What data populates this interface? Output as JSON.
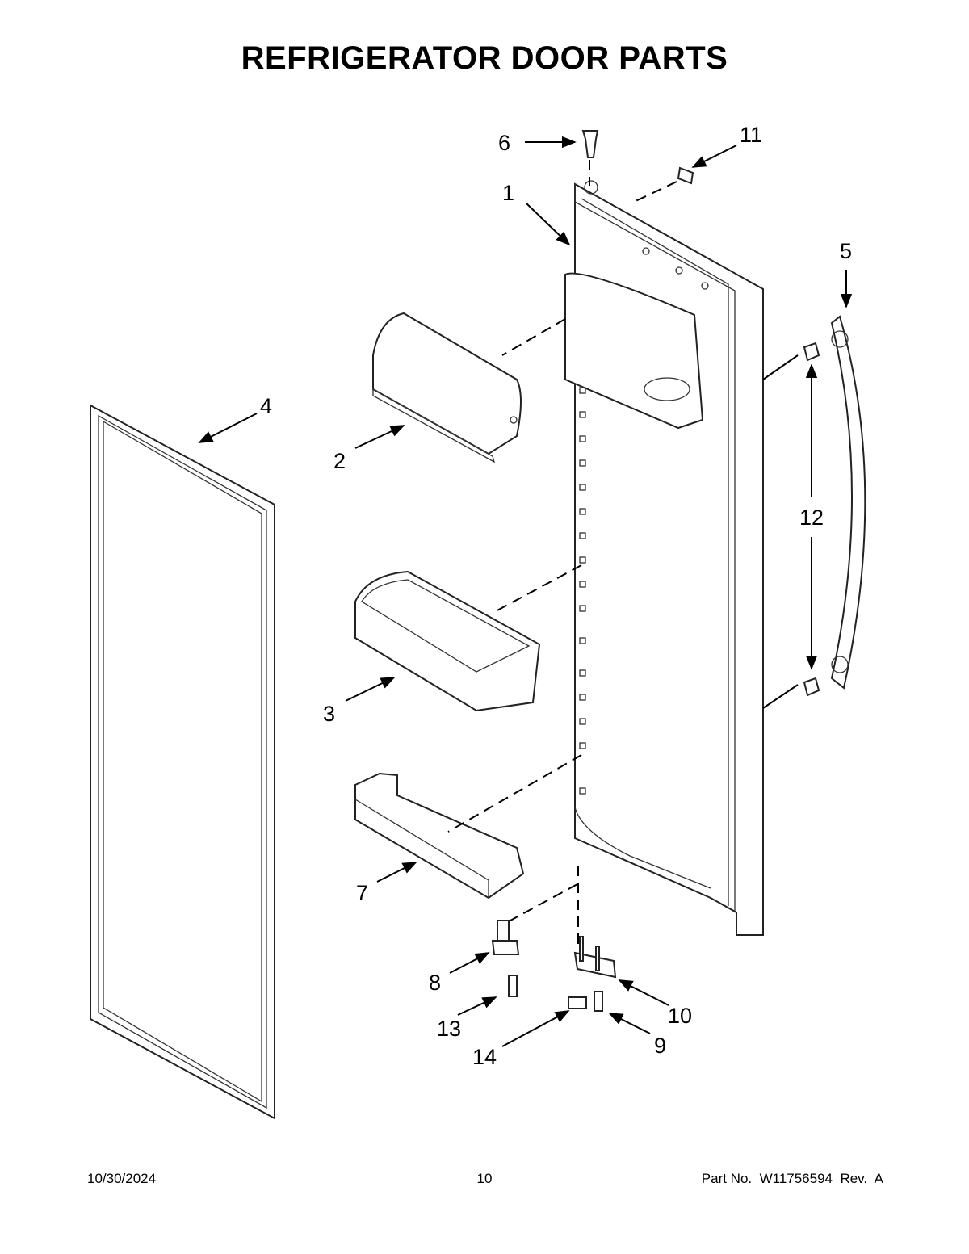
{
  "title": "REFRIGERATOR DOOR PARTS",
  "callouts": [
    "1",
    "2",
    "3",
    "4",
    "5",
    "6",
    "7",
    "8",
    "9",
    "10",
    "11",
    "12",
    "13",
    "14"
  ],
  "footer": {
    "date": "10/30/2024",
    "page": "10",
    "part_number": "Part No.  W11756594  Rev.  A"
  }
}
